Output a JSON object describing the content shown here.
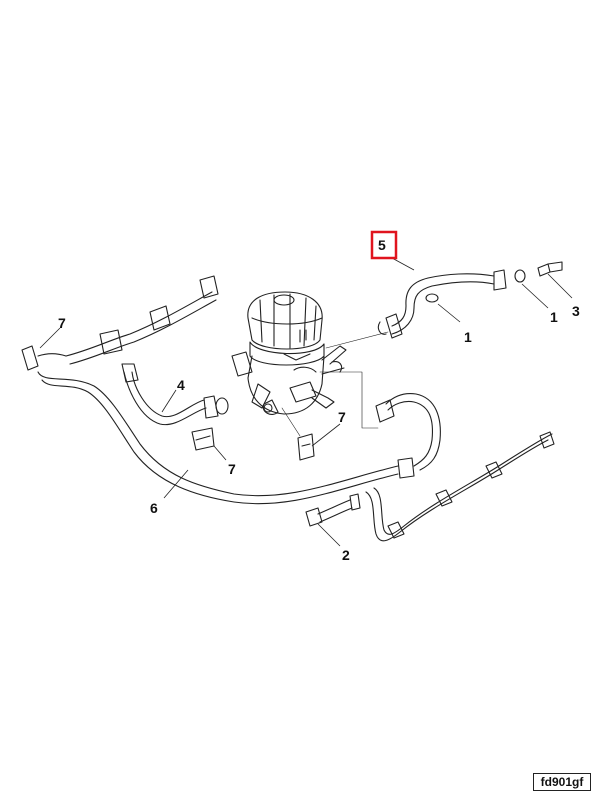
{
  "diagram": {
    "highlight_color": "#e0141e",
    "callouts": [
      {
        "id": "callout-5",
        "text": "5",
        "highlighted": true
      },
      {
        "id": "callout-1a",
        "text": "1",
        "highlighted": false
      },
      {
        "id": "callout-1b",
        "text": "1",
        "highlighted": false
      },
      {
        "id": "callout-3",
        "text": "3",
        "highlighted": false
      },
      {
        "id": "callout-7a",
        "text": "7",
        "highlighted": false
      },
      {
        "id": "callout-4",
        "text": "4",
        "highlighted": false
      },
      {
        "id": "callout-7b",
        "text": "7",
        "highlighted": false
      },
      {
        "id": "callout-7c",
        "text": "7",
        "highlighted": false
      },
      {
        "id": "callout-6",
        "text": "6",
        "highlighted": false
      },
      {
        "id": "callout-2",
        "text": "2",
        "highlighted": false
      }
    ],
    "reference_code": "fd901gf"
  }
}
